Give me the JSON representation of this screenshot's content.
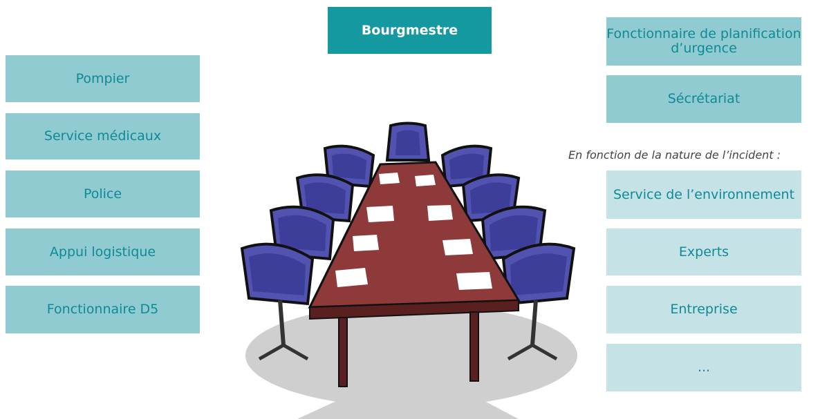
{
  "top": {
    "label": "Bourgmestre"
  },
  "left_boxes": [
    {
      "label": "Pompier"
    },
    {
      "label": "Service médicaux"
    },
    {
      "label": "Police"
    },
    {
      "label": "Appui logistique"
    },
    {
      "label": "Fonctionnaire D5"
    }
  ],
  "right_boxes": [
    {
      "label": "Fonctionnaire de planification d’urgence"
    },
    {
      "label": "Sécrétariat"
    }
  ],
  "note": "En fonction de la nature de l’incident :",
  "optional_boxes": [
    {
      "label": "Service de l’environnement"
    },
    {
      "label": "Experts"
    },
    {
      "label": "Entreprise"
    },
    {
      "label": "..."
    }
  ],
  "colors": {
    "dark_teal": "#1499a0",
    "mid_teal": "#8fcbd0",
    "light_teal": "#c5e3e6",
    "text_teal": "#0f8a96",
    "table_top": "#8e3a3a",
    "chair": "#5252b0"
  },
  "icons": {
    "illustration": "conference-table-illustration"
  }
}
